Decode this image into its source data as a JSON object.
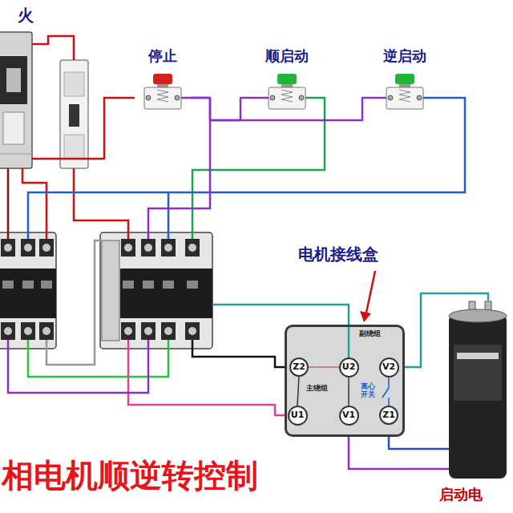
{
  "diagram": {
    "title": "相电机顺逆转控制",
    "nodes": [
      {
        "text": [
          "火"
        ]
      },
      {
        "text": [
          "停止"
        ]
      },
      {
        "text": [
          "顺启动"
        ]
      },
      {
        "text": [
          "逆启动"
        ]
      },
      {
        "text": [
          "副绕组",
          "主绕组",
          "离心开关"
        ]
      },
      {
        "text": [
          "Z2"
        ],
        "in": 4
      },
      {
        "text": [
          "U2"
        ],
        "in": 4
      },
      {
        "text": [
          "V2"
        ],
        "in": 4
      },
      {
        "text": [
          "U1"
        ],
        "in": 4
      },
      {
        "text": [
          "V1"
        ],
        "in": 4
      },
      {
        "text": [
          "Z1"
        ],
        "in": 4
      },
      {
        "text": [
          "启动电"
        ]
      }
    ],
    "edges": [
      {
        "from": 0,
        "to": 1,
        "arrow": "none"
      },
      {
        "from": 1,
        "to": 2,
        "arrow": "none"
      },
      {
        "from": 1,
        "to": 3,
        "arrow": "none"
      },
      {
        "from": 7,
        "to": 11,
        "arrow": "none"
      },
      {
        "from": 9,
        "to": 11,
        "arrow": "none"
      },
      {
        "from": 10,
        "to": 11,
        "arrow": "none"
      }
    ],
    "labels": [
      "电机接线盒"
    ]
  }
}
